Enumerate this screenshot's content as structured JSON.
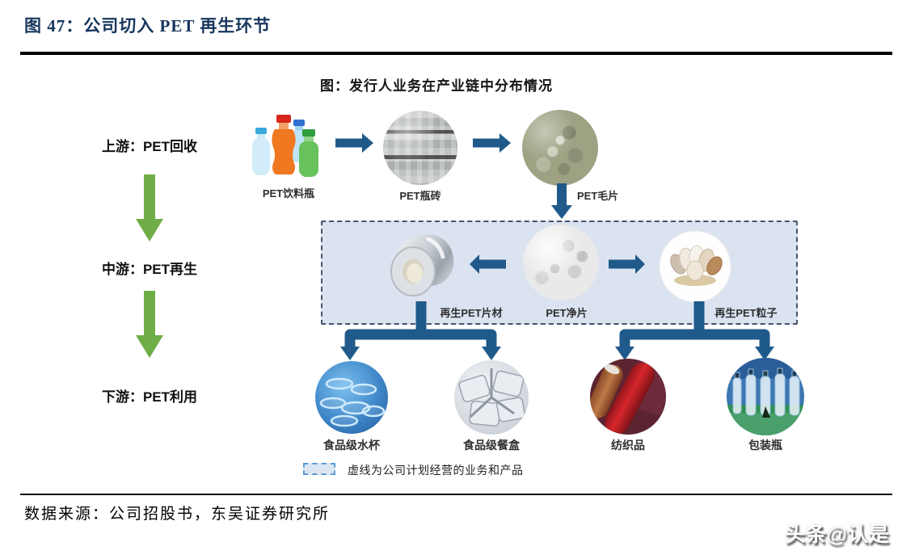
{
  "figure": {
    "title": "图 47：公司切入 PET 再生环节",
    "source": "数据来源：公司招股书，东吴证券研究所",
    "watermark": "头条@认是"
  },
  "diagram": {
    "title": "图：发行人业务在产业链中分布情况",
    "stages": [
      {
        "label": "上游：PET回收"
      },
      {
        "label": "中游：PET再生"
      },
      {
        "label": "下游：PET利用"
      }
    ],
    "nodes": {
      "upstream": [
        {
          "label": "PET饮料瓶"
        },
        {
          "label": "PET瓶砖"
        },
        {
          "label": "PET毛片"
        }
      ],
      "midstream": [
        {
          "label": "再生PET片材"
        },
        {
          "label": "PET净片"
        },
        {
          "label": "再生PET粒子"
        }
      ],
      "downstream": [
        {
          "label": "食品级水杯"
        },
        {
          "label": "食品级餐盒"
        },
        {
          "label": "纺织品"
        },
        {
          "label": "包装瓶"
        }
      ]
    },
    "legend": {
      "label": "虚线为公司计划经营的业务和产品"
    }
  },
  "colors": {
    "flow_arrow_blue": "#1f5a8a",
    "stage_arrow_green": "#6fae46",
    "title_navy": "#17365d",
    "planned_box_fill": "#dbe3f1",
    "planned_box_border": "#44546a",
    "legend_swatch_border": "#5b9bd5",
    "legend_swatch_fill": "#dce6f2"
  }
}
